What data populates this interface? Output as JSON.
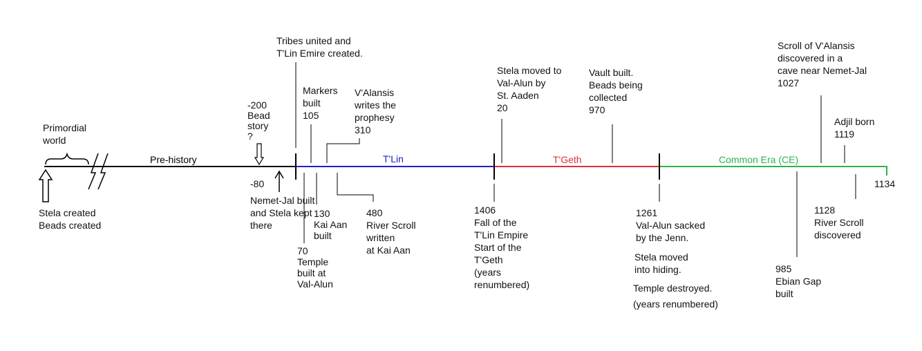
{
  "colors": {
    "prehistory": "#000000",
    "tlin": "#1f1fcc",
    "tgeth": "#e0303a",
    "ce": "#2eb24a",
    "ink": "#111111"
  },
  "eras": {
    "prehistory": "Pre-history",
    "tlin": "T'Lin",
    "tgeth": "T'Geth",
    "ce": "Common Era (CE)"
  },
  "above": {
    "primordial": [
      "Primordial",
      "world"
    ],
    "bead_story": [
      "-200",
      "Bead",
      "story",
      "?"
    ],
    "tribes_united": [
      "Tribes united and",
      "T'Lin Emire created."
    ],
    "markers": [
      "Markers",
      "built",
      "105"
    ],
    "valansis_prophesy": [
      "V'Alansis",
      "writes the",
      "prophesy",
      "310"
    ],
    "stela_moved_valalun": [
      "Stela moved to",
      "Val-Alun by",
      "St. Aaden",
      "20"
    ],
    "vault_built": [
      "Vault built.",
      "Beads being",
      "collected",
      "970"
    ],
    "scroll_discovered": [
      "Scroll of V'Alansis",
      "discovered in a",
      "cave near Nemet-Jal",
      "1027"
    ],
    "adjil_born": [
      "Adjil born",
      "1119"
    ]
  },
  "below": {
    "stela_created": [
      "Stela created",
      "Beads created"
    ],
    "nemet_jal": [
      "-80",
      "Nemet-Jal built",
      "and Stela kept",
      "there"
    ],
    "temple_valalun": [
      "70",
      "Temple",
      "built at",
      "Val-Alun"
    ],
    "kai_aan": [
      "130",
      "Kai Aan",
      "built"
    ],
    "river_scroll_written": [
      "480",
      "River Scroll",
      "written",
      "at Kai Aan"
    ],
    "fall_tlin": [
      "1406",
      "Fall of the",
      "T'Lin Empire",
      "Start of the",
      "T'Geth",
      "(years",
      "renumbered)"
    ],
    "valalun_sacked": [
      "1261",
      "Val-Alun sacked",
      "by the Jenn."
    ],
    "stela_hiding": [
      "Stela moved",
      "into hiding."
    ],
    "temple_destroyed": [
      "Temple destroyed."
    ],
    "years_renumbered": [
      "(years renumbered)"
    ],
    "ebian_gap": [
      "985",
      "Ebian Gap",
      "built"
    ],
    "river_scroll_discovered": [
      "1128",
      "River Scroll",
      "discovered"
    ]
  },
  "end_year": "1134"
}
